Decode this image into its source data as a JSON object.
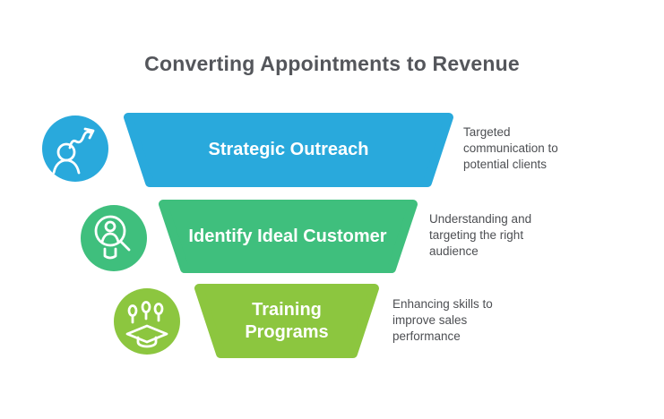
{
  "title": "Converting Appointments to Revenue",
  "colors": {
    "title": "#54565b",
    "description": "#4d4f53",
    "label_text": "#ffffff"
  },
  "stages": [
    {
      "label": "Strategic Outreach",
      "description": "Targeted\ncommunication to\npotential clients",
      "color": "#29a9dc",
      "icon": "person-growth-arrow-icon"
    },
    {
      "label": "Identify Ideal Customer",
      "description": "Understanding and\ntargeting the right\naudience",
      "color": "#3fbf7d",
      "icon": "magnifier-customer-icon"
    },
    {
      "label": "Training\nPrograms",
      "description": "Enhancing skills to\nimprove sales\nperformance",
      "color": "#8cc63f",
      "icon": "graduation-cap-icon"
    }
  ]
}
